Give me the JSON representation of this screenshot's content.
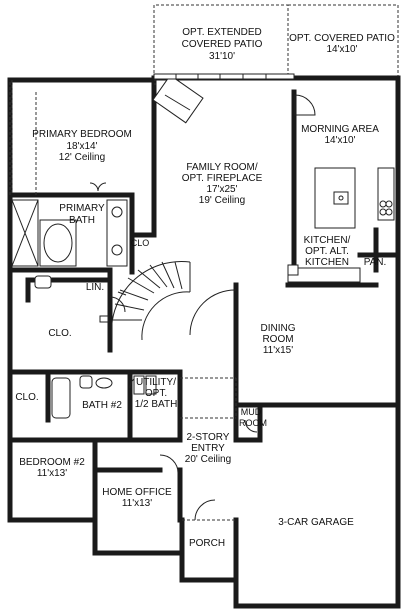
{
  "rooms": {
    "ext_patio": [
      "OPT. EXTENDED",
      "COVERED PATIO",
      "31'10'"
    ],
    "cov_patio": [
      "OPT. COVERED PATIO",
      "14'x10'"
    ],
    "primary_bedroom": [
      "PRIMARY BEDROOM",
      "18'x14'",
      "12' Ceiling"
    ],
    "primary_bath": [
      "PRIMARY",
      "BATH"
    ],
    "family_room": [
      "FAMILY ROOM/",
      "OPT. FIREPLACE",
      "17'x25'",
      "19' Ceiling"
    ],
    "morning_area": [
      "MORNING AREA",
      "14'x10'"
    ],
    "kitchen": [
      "KITCHEN/",
      "OPT. ALT.",
      "KITCHEN"
    ],
    "pan": "PAN.",
    "clo_primary": "CLO",
    "lin": "LIN.",
    "clo_main": "CLO.",
    "dining_room": [
      "DINING",
      "ROOM",
      "11'x15'"
    ],
    "utility": [
      "UTILITY/",
      "OPT.",
      "1/2 BATH"
    ],
    "clo_bed2": "CLO.",
    "bath2": "BATH #2",
    "mud_room": [
      "MUD",
      "ROOM"
    ],
    "entry": [
      "2-STORY",
      "ENTRY",
      "20' Ceiling"
    ],
    "bedroom2": [
      "BEDROOM #2",
      "11'x13'"
    ],
    "home_office": [
      "HOME OFFICE",
      "11'x13'"
    ],
    "garage": "3-CAR GARAGE",
    "porch": "PORCH"
  },
  "colors": {
    "wall": "#1a1a1a",
    "background": "#ffffff"
  }
}
